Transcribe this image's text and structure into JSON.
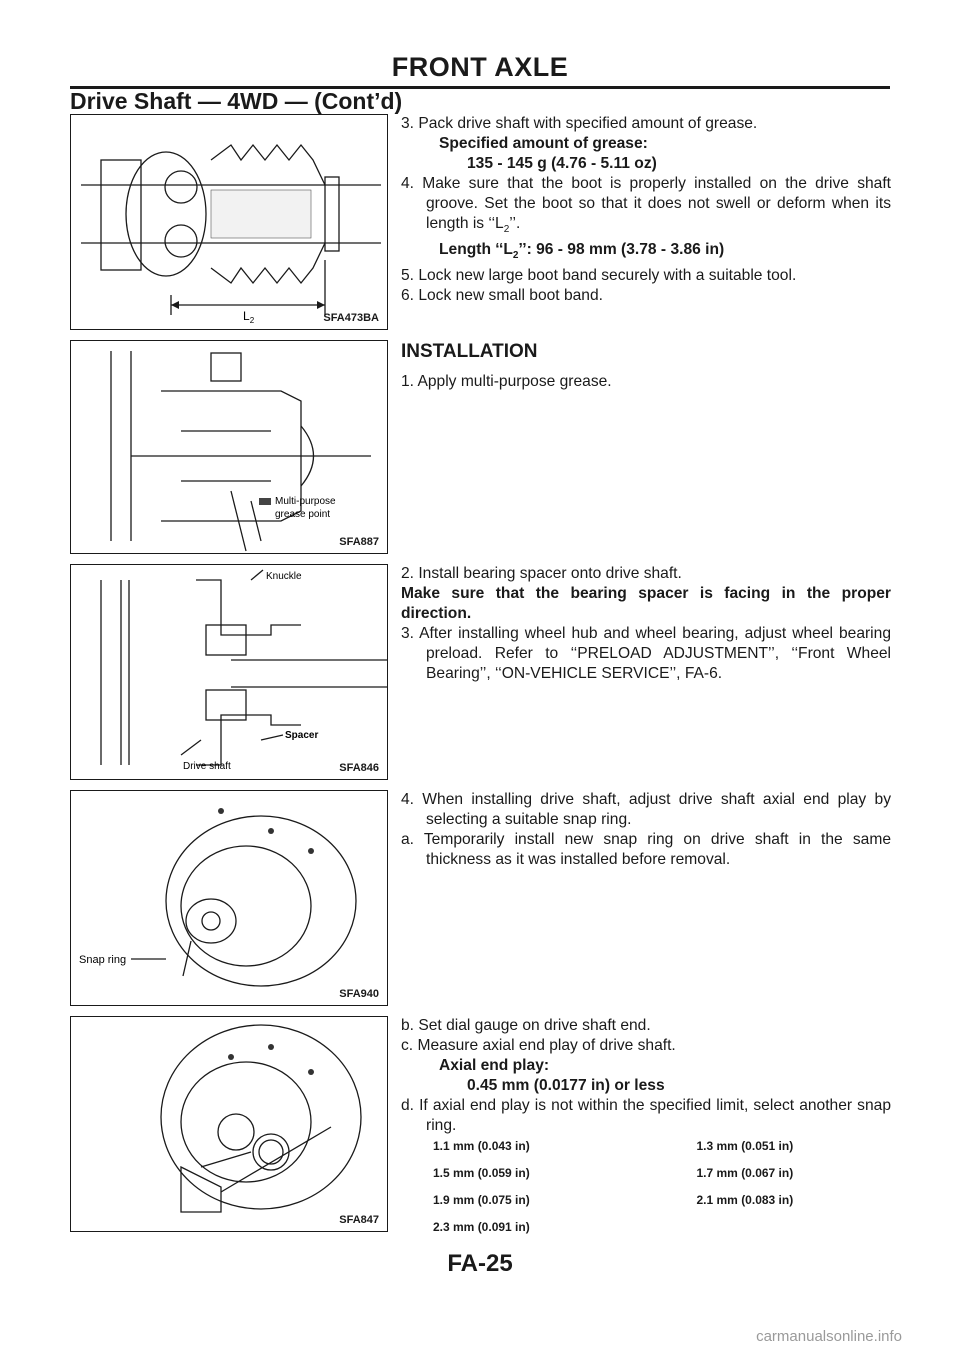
{
  "header": {
    "title": "FRONT AXLE",
    "subtitle": "Drive Shaft — 4WD — (Cont’d)"
  },
  "figures": [
    {
      "code": "SFA473BA",
      "labels": [
        "L",
        "2"
      ]
    },
    {
      "code": "SFA887",
      "labels": [
        "Multi-purpose",
        "grease point"
      ]
    },
    {
      "code": "SFA846",
      "labels": [
        "Knuckle",
        "Spacer",
        "Drive shaft"
      ]
    },
    {
      "code": "SFA940",
      "labels": [
        "Snap ring"
      ]
    },
    {
      "code": "SFA847",
      "labels": []
    }
  ],
  "block1": {
    "s3": "3. Pack drive shaft with specified amount of grease.",
    "spec_label": "Specified amount of grease:",
    "spec_value": "135 - 145 g (4.76 - 5.11 oz)",
    "s4_pre": "4. Make sure that the boot is properly installed on the drive shaft groove. Set the boot so that it does not swell or deform when its length is ‘‘L",
    "s4_sub": "2",
    "s4_post": "’’.",
    "len_pre": "Length ‘‘L",
    "len_sub": "2",
    "len_post": "’’: 96 - 98 mm (3.78 - 3.86 in)",
    "s5": "5. Lock new large boot band securely with a suitable tool.",
    "s6": "6. Lock new small boot band."
  },
  "installation": {
    "heading": "INSTALLATION",
    "s1": "1. Apply multi-purpose grease."
  },
  "block3": {
    "s2": "2. Install bearing spacer onto drive shaft.",
    "warn": "Make sure that the bearing spacer is facing in the proper direction.",
    "s3": "3. After installing wheel hub and wheel bearing, adjust wheel bearing preload. Refer to ‘‘PRELOAD ADJUSTMENT’’, ‘‘Front Wheel Bearing’’, ‘‘ON-VEHICLE SERVICE’’, FA-6."
  },
  "block4": {
    "s4": "4. When installing drive shaft, adjust drive shaft axial end play by selecting a suitable snap ring.",
    "sa": "a. Temporarily install new snap ring on drive shaft in the same thickness as it was installed before removal."
  },
  "block5": {
    "sb": "b. Set dial gauge on drive shaft end.",
    "sc": "c. Measure axial end play of drive shaft.",
    "spec_label": "Axial end play:",
    "spec_value": "0.45 mm (0.0177 in) or less",
    "sd": "d. If axial end play is not within the specified limit, select another snap ring."
  },
  "snap_rings": [
    [
      "1.1 mm (0.043 in)",
      "1.3 mm (0.051 in)"
    ],
    [
      "1.5 mm (0.059 in)",
      "1.7 mm (0.067 in)"
    ],
    [
      "1.9 mm (0.075 in)",
      "2.1 mm (0.083 in)"
    ],
    [
      "2.3 mm (0.091 in)",
      ""
    ]
  ],
  "footer": {
    "page": "FA-25"
  },
  "watermark": "carmanualsonline.info"
}
